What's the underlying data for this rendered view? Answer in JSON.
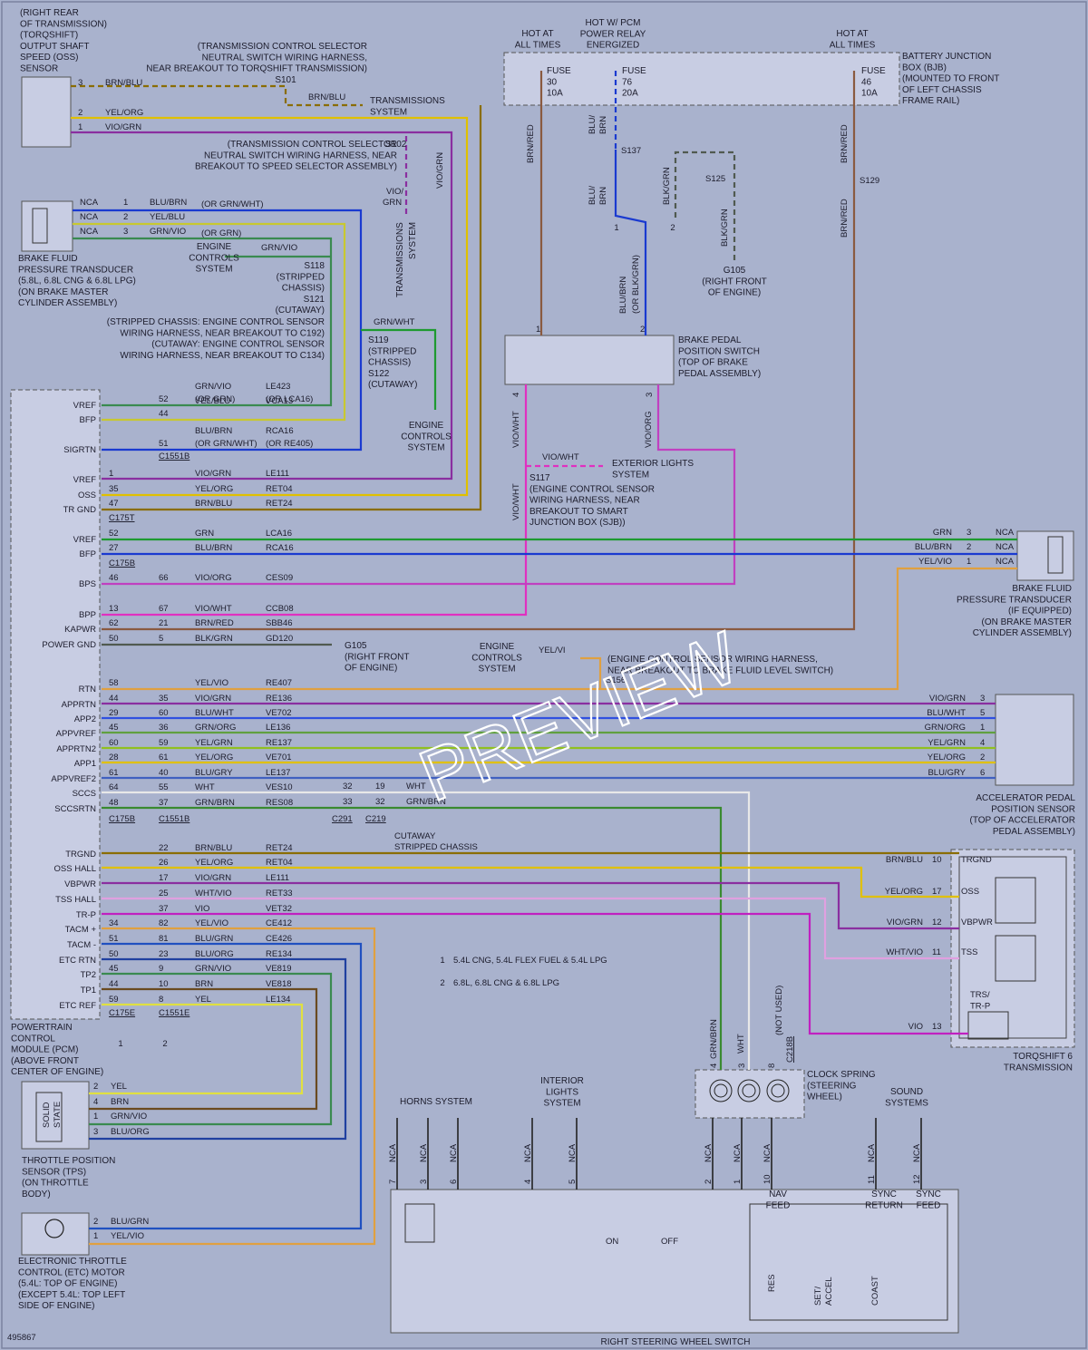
{
  "diagram_id": "495867",
  "watermark": "PREVIEW",
  "colors": {
    "background": "#a9b2cd",
    "box_fill": "#c8cde3",
    "wire": {
      "BRN/BLU": "#8a6d00",
      "YEL/ORG": "#e0c000",
      "VIO/GRN": "#8a2fa0",
      "BLU/BRN": "#1a3ad0",
      "YEL/BLU": "#c8c830",
      "GRN/VIO": "#3a8a50",
      "GRN": "#1e9a30",
      "VIO/ORG": "#c040c0",
      "VIO/WHT": "#e030c0",
      "BRN/RED": "#8a5a40",
      "BLK/GRN": "#505a50",
      "YEL/VIO": "#e0a040",
      "BLU/WHT": "#3050e0",
      "GRN/ORG": "#60a040",
      "YEL/GRN": "#90c020",
      "BLU/GRY": "#4060c0",
      "WHT": "#e8e8e8",
      "GRN/BRN": "#3a8a30",
      "WHT/VIO": "#e0a0e0",
      "VIO": "#c020c0",
      "BLU/GRN": "#2050c0",
      "BLU/ORG": "#2040a0",
      "BRN": "#6a4a20",
      "YEL": "#e0e040"
    }
  },
  "labels": {
    "oss_sensor": [
      "(RIGHT REAR",
      "OF TRANSMISSION)",
      "(TORQSHIFT)",
      "OUTPUT SHAFT",
      "SPEED (OSS)",
      "SENSOR"
    ],
    "s101_note": [
      "(TRANSMISSION CONTROL SELECTOR",
      "NEUTRAL SWITCH WIRING HARNESS,",
      "NEAR BREAKOUT TO TORQSHIFT TRANSMISSION)"
    ],
    "s102_note": [
      "(TRANSMISSION CONTROL SELECTOR",
      "NEUTRAL SWITCH WIRING HARNESS, NEAR",
      "BREAKOUT TO SPEED SELECTOR ASSEMBLY)"
    ],
    "bfpt_left": [
      "BRAKE FLUID",
      "PRESSURE TRANSDUCER",
      "(5.8L, 6.8L CNG & 6.8L LPG)",
      "(ON BRAKE MASTER",
      "CYLINDER ASSEMBLY)"
    ],
    "s118": [
      "S118",
      "(STRIPPED",
      "CHASSIS)",
      "S121",
      "(CUTAWAY)"
    ],
    "stripped_note": [
      "(STRIPPED CHASSIS: ENGINE CONTROL SENSOR",
      "WIRING HARNESS, NEAR BREAKOUT TO C192)",
      "(CUTAWAY: ENGINE CONTROL SENSOR",
      "WIRING HARNESS, NEAR BREAKOUT TO C134)"
    ],
    "s119": [
      "S119",
      "(STRIPPED",
      "CHASSIS)",
      "S122",
      "(CUTAWAY)"
    ],
    "engine_controls": [
      "ENGINE",
      "CONTROLS",
      "SYSTEM"
    ],
    "transmissions_system": [
      "TRANSMISSIONS",
      "SYSTEM"
    ],
    "hot_at_all_times": [
      "HOT AT",
      "ALL TIMES"
    ],
    "hot_pcm": [
      "HOT W/ PCM",
      "POWER RELAY",
      "ENERGIZED"
    ],
    "bjb": [
      "BATTERY JUNCTION",
      "BOX (BJB)",
      "(MOUNTED TO FRONT",
      "OF LEFT CHASSIS",
      "FRAME RAIL)"
    ],
    "fuse30": [
      "FUSE",
      "30",
      "10A"
    ],
    "fuse76": [
      "FUSE",
      "76",
      "20A"
    ],
    "fuse46": [
      "FUSE",
      "46",
      "10A"
    ],
    "g105_top": [
      "G105",
      "(RIGHT FRONT",
      "OF ENGINE)"
    ],
    "bpp_switch": [
      "BRAKE PEDAL",
      "POSITION SWITCH",
      "(TOP OF BRAKE",
      "PEDAL ASSEMBLY)"
    ],
    "exterior_lights": [
      "EXTERIOR LIGHTS",
      "SYSTEM"
    ],
    "s117": [
      "S117",
      "(ENGINE CONTROL SENSOR",
      "WIRING HARNESS, NEAR",
      "BREAKOUT TO SMART",
      "JUNCTION BOX (SJB))"
    ],
    "bfpt_right": [
      "BRAKE FLUID",
      "PRESSURE TRANSDUCER",
      "(IF EQUIPPED)",
      "(ON BRAKE MASTER",
      "CYLINDER ASSEMBLY)"
    ],
    "g105_mid": [
      "G105",
      "(RIGHT FRONT",
      "OF ENGINE)"
    ],
    "s156_note": [
      "(ENGINE CONTROL SENSOR WIRING HARNESS,",
      "NEAR BREAKOUT TO BRAKE FLUID LEVEL SWITCH)"
    ],
    "apps": [
      "ACCELERATOR PEDAL",
      "POSITION SENSOR",
      "(TOP OF ACCELERATOR",
      "PEDAL ASSEMBLY)"
    ],
    "pcm": [
      "POWERTRAIN",
      "CONTROL",
      "MODULE (PCM)",
      "(ABOVE FRONT",
      "CENTER OF ENGINE)"
    ],
    "tps": [
      "THROTTLE POSITION",
      "SENSOR (TPS)",
      "(ON THROTTLE",
      "BODY)"
    ],
    "etc": [
      "ELECTRONIC THROTTLE",
      "CONTROL (ETC) MOTOR",
      "(5.4L: TOP OF ENGINE)",
      "(EXCEPT 5.4L: TOP LEFT",
      "SIDE OF ENGINE)"
    ],
    "torqshift": [
      "TORQSHIFT 6",
      "TRANSMISSION"
    ],
    "clock_spring": [
      "CLOCK SPRING",
      "(STEERING",
      "WHEEL)"
    ],
    "horns": "HORNS SYSTEM",
    "interior_lights": [
      "INTERIOR",
      "LIGHTS",
      "SYSTEM"
    ],
    "sound": [
      "SOUND",
      "SYSTEMS"
    ],
    "steering_switch": "RIGHT STEERING WHEEL SWITCH",
    "legend1": "5.4L CNG, 5.4L FLEX FUEL & 5.4L LPG",
    "legend2": "6.8L, 6.8L CNG & 6.8L LPG",
    "cutaway": "CUTAWAY",
    "stripped_chassis": "STRIPPED CHASSIS",
    "nav_feed": [
      "NAV",
      "FEED"
    ],
    "sync_return": [
      "SYNC",
      "RETURN"
    ],
    "sync_feed": [
      "SYNC",
      "FEED"
    ],
    "not_used": "(NOT USED)",
    "on": "ON",
    "off": "OFF",
    "res": "RES",
    "set_accel": [
      "SET/",
      "ACCEL"
    ],
    "coast": "COAST",
    "solid_state": [
      "SOLID",
      "STATE"
    ],
    "trs_trp": [
      "TRS/",
      "TR-P"
    ]
  },
  "pcm_pins": [
    {
      "name": "VREF",
      "pin": "52",
      "pin2": "",
      "color": "GRN/VIO",
      "color2": "(OR GRN)",
      "circuit": "LE423",
      "circuit2": "(OR LCA16)"
    },
    {
      "name": "BFP",
      "pin": "44",
      "pin2": "",
      "color": "YEL/BLU",
      "color2": "",
      "circuit": "VCA13",
      "circuit2": ""
    },
    {
      "name": "SIGRTN",
      "pin": "51",
      "pin2": "",
      "color": "BLU/BRN",
      "color2": "(OR GRN/WHT)",
      "circuit": "RCA16",
      "circuit2": "(OR RE405)"
    },
    {
      "name": "VREF",
      "pin": "1",
      "pin2": "",
      "color": "VIO/GRN",
      "circuit": "LE111"
    },
    {
      "name": "OSS",
      "pin": "35",
      "pin2": "",
      "color": "YEL/ORG",
      "circuit": "RET04"
    },
    {
      "name": "TR GND",
      "pin": "47",
      "pin2": "",
      "color": "BRN/BLU",
      "circuit": "RET24"
    },
    {
      "name": "VREF",
      "pin": "52",
      "pin2": "",
      "color": "GRN",
      "circuit": "LCA16"
    },
    {
      "name": "BFP",
      "pin": "27",
      "pin2": "",
      "color": "BLU/BRN",
      "circuit": "RCA16"
    },
    {
      "name": "BPS",
      "pin": "46",
      "pin2": "66",
      "color": "VIO/ORG",
      "circuit": "CES09"
    },
    {
      "name": "BPP",
      "pin": "13",
      "pin2": "67",
      "color": "VIO/WHT",
      "circuit": "CCB08"
    },
    {
      "name": "KAPWR",
      "pin": "62",
      "pin2": "21",
      "color": "BRN/RED",
      "circuit": "SBB46"
    },
    {
      "name": "POWER GND",
      "pin": "50",
      "pin2": "5",
      "color": "BLK/GRN",
      "circuit": "GD120"
    },
    {
      "name": "RTN",
      "pin": "58",
      "pin2": "",
      "color": "YEL/VIO",
      "circuit": "RE407"
    },
    {
      "name": "APPRTN",
      "pin": "44",
      "pin2": "35",
      "color": "VIO/GRN",
      "circuit": "RE136"
    },
    {
      "name": "APP2",
      "pin": "29",
      "pin2": "60",
      "color": "BLU/WHT",
      "circuit": "VE702"
    },
    {
      "name": "APPVREF",
      "pin": "45",
      "pin2": "36",
      "color": "GRN/ORG",
      "circuit": "LE136"
    },
    {
      "name": "APPRTN2",
      "pin": "60",
      "pin2": "59",
      "color": "YEL/GRN",
      "circuit": "RE137"
    },
    {
      "name": "APP1",
      "pin": "28",
      "pin2": "61",
      "color": "YEL/ORG",
      "circuit": "VE701"
    },
    {
      "name": "APPVREF2",
      "pin": "61",
      "pin2": "40",
      "color": "BLU/GRY",
      "circuit": "LE137"
    },
    {
      "name": "SCCS",
      "pin": "64",
      "pin2": "55",
      "color": "WHT",
      "circuit": "VES10"
    },
    {
      "name": "SCCSRTN",
      "pin": "48",
      "pin2": "37",
      "color": "GRN/BRN",
      "circuit": "RES08"
    },
    {
      "name": "TRGND",
      "pin": "",
      "pin2": "22",
      "color": "BRN/BLU",
      "circuit": "RET24"
    },
    {
      "name": "OSS HALL",
      "pin": "",
      "pin2": "26",
      "color": "YEL/ORG",
      "circuit": "RET04"
    },
    {
      "name": "VBPWR",
      "pin": "",
      "pin2": "17",
      "color": "VIO/GRN",
      "circuit": "LE111"
    },
    {
      "name": "TSS HALL",
      "pin": "",
      "pin2": "25",
      "color": "WHT/VIO",
      "circuit": "RET33"
    },
    {
      "name": "TR-P",
      "pin": "",
      "pin2": "37",
      "color": "VIO",
      "circuit": "VET32"
    },
    {
      "name": "TACM +",
      "pin": "34",
      "pin2": "82",
      "color": "YEL/VIO",
      "circuit": "CE412"
    },
    {
      "name": "TACM -",
      "pin": "51",
      "pin2": "81",
      "color": "BLU/GRN",
      "circuit": "CE426"
    },
    {
      "name": "ETC RTN",
      "pin": "50",
      "pin2": "23",
      "color": "BLU/ORG",
      "circuit": "RE134"
    },
    {
      "name": "TP2",
      "pin": "45",
      "pin2": "9",
      "color": "GRN/VIO",
      "circuit": "VE819"
    },
    {
      "name": "TP1",
      "pin": "44",
      "pin2": "10",
      "color": "BRN",
      "circuit": "VE818"
    },
    {
      "name": "ETC REF",
      "pin": "59",
      "pin2": "8",
      "color": "YEL",
      "circuit": "LE134"
    }
  ],
  "connectors": [
    "C1551B",
    "C175T",
    "C175B",
    "C175E",
    "C1551E",
    "C291",
    "C219",
    "C218B"
  ],
  "splices": [
    "S101",
    "S102",
    "S137",
    "S125",
    "S129",
    "S156"
  ],
  "oss_pins": [
    {
      "pin": "3",
      "color": "BRN/BLU"
    },
    {
      "pin": "2",
      "color": "YEL/ORG"
    },
    {
      "pin": "1",
      "color": "VIO/GRN"
    }
  ],
  "bfpt_left_pins": [
    {
      "nca": "NCA",
      "pin": "1",
      "color": "BLU/BRN",
      "alt": "(OR GRN/WHT)"
    },
    {
      "nca": "NCA",
      "pin": "2",
      "color": "YEL/BLU",
      "alt": ""
    },
    {
      "nca": "NCA",
      "pin": "3",
      "color": "GRN/VIO",
      "alt": "(OR GRN)"
    }
  ],
  "bfpt_right_pins": [
    {
      "color": "GRN",
      "pin": "3",
      "nca": "NCA"
    },
    {
      "color": "BLU/BRN",
      "pin": "2",
      "nca": "NCA"
    },
    {
      "color": "YEL/VIO",
      "pin": "1",
      "nca": "NCA"
    }
  ],
  "apps_pins": [
    {
      "color": "VIO/GRN",
      "pin": "3"
    },
    {
      "color": "BLU/WHT",
      "pin": "5"
    },
    {
      "color": "GRN/ORG",
      "pin": "1"
    },
    {
      "color": "YEL/GRN",
      "pin": "4"
    },
    {
      "color": "YEL/ORG",
      "pin": "2"
    },
    {
      "color": "BLU/GRY",
      "pin": "6"
    }
  ],
  "trans_pins": [
    {
      "color": "BRN/BLU",
      "pin": "10",
      "name": "TRGND"
    },
    {
      "color": "YEL/ORG",
      "pin": "17",
      "name": "OSS"
    },
    {
      "color": "VIO/GRN",
      "pin": "12",
      "name": "VBPWR"
    },
    {
      "color": "WHT/VIO",
      "pin": "11",
      "name": "TSS"
    },
    {
      "color": "VIO",
      "pin": "13",
      "name": ""
    }
  ],
  "tps_pins": [
    {
      "pin": "2",
      "color": "YEL"
    },
    {
      "pin": "4",
      "color": "BRN"
    },
    {
      "pin": "1",
      "color": "GRN/VIO"
    },
    {
      "pin": "3",
      "color": "BLU/ORG"
    }
  ],
  "etc_pins": [
    {
      "pin": "2",
      "color": "BLU/GRN"
    },
    {
      "pin": "1",
      "color": "YEL/VIO"
    }
  ],
  "sccs_extra": {
    "c291_a": "32",
    "c291_b": "33",
    "c219_a": "19",
    "c219_b": "32",
    "wht": "WHT",
    "grnbrn": "GRN/BRN"
  },
  "misc": {
    "nca": "NCA",
    "s125": "S125",
    "s129": "S129",
    "s137": "S137",
    "g105": "G105",
    "vio_wht": "VIO/WHT",
    "brn_blu": "BRN/BLU",
    "yel_org": "YEL/ORG",
    "vio_grn": "VIO/GRN",
    "vio_grn_split": [
      "VIO/",
      "GRN"
    ],
    "grn_vio": "GRN/VIO",
    "grn_wht": "GRN/WHT",
    "or_grn": "(OR GRN)",
    "or_grn_wht": "(OR GRN/WHT)",
    "brn_red": "BRN/RED",
    "blu_brn": "BLU/BRN",
    "blu_brn_split": [
      "BLU/",
      "BRN"
    ],
    "blk_grn": "BLK/GRN",
    "blu_brn_or": "BLU/BRN",
    "or_blk_grn": "(OR BLK/GRN)",
    "vio_org": "VIO/ORG",
    "yel_vi": "YEL/VI",
    "grn_brn": "GRN/BRN",
    "wht": "WHT",
    "pin_1": "1",
    "pin_2": "2",
    "pin_3": "3",
    "pin_4": "4",
    "pin_5": "5",
    "pin_6": "6",
    "pin_7": "7",
    "pin_8": "8",
    "pin_10": "10",
    "pin_11": "11",
    "pin_12": "12",
    "circle1": "1",
    "circle2": "2"
  }
}
